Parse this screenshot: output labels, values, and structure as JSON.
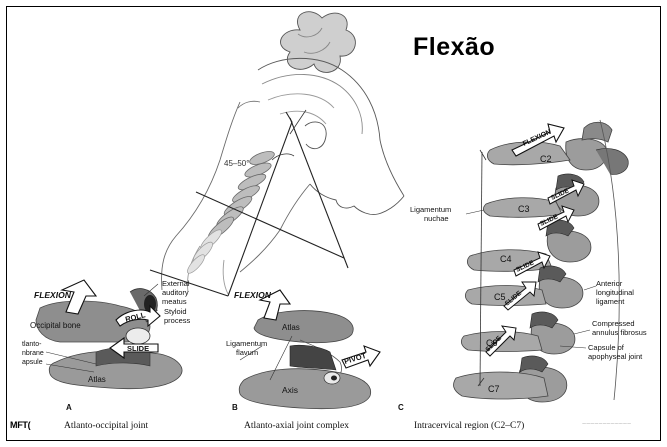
{
  "slide": {
    "title": "Flexão",
    "footer_left": "MFT(",
    "footer_right": "~~~~~~~~~~~~"
  },
  "head": {
    "angle": "45–50°"
  },
  "panel_a": {
    "letter": "A",
    "caption": "Atlanto-occipital joint",
    "flexion": "FLEXION",
    "roll": "ROLL",
    "slide": "SLIDE",
    "occipital": "Occipital bone",
    "auditory_1": "External",
    "auditory_2": "auditory",
    "auditory_3": "meatus",
    "styloid_1": "Styloid",
    "styloid_2": "process",
    "capsule_1": "tlanto-",
    "capsule_2": "nbrane",
    "capsule_3": "apsule",
    "atlas": "Atlas"
  },
  "panel_b": {
    "letter": "B",
    "caption": "Atlanto-axial joint complex",
    "flexion": "FLEXION",
    "atlas": "Atlas",
    "flavum_1": "Ligamentum",
    "flavum_2": "flavum",
    "pivot": "PIVOT",
    "axis": "Axis"
  },
  "panel_c": {
    "letter": "C",
    "caption": "Intracervical region (C2–C7)",
    "flexion": "FLEXION",
    "slide": "SLIDE",
    "nuchae_1": "Ligamentum",
    "nuchae_2": "nuchae",
    "c2": "C2",
    "c3": "C3",
    "c4": "C4",
    "c5": "C5",
    "c6": "C6",
    "c7": "C7",
    "anterior_1": "Anterior",
    "anterior_2": "longitudinal",
    "anterior_3": "ligament",
    "compressed_1": "Compressed",
    "compressed_2": "annulus fibrosus",
    "capsule_1": "Capsule of",
    "capsule_2": "apophyseal joint"
  }
}
